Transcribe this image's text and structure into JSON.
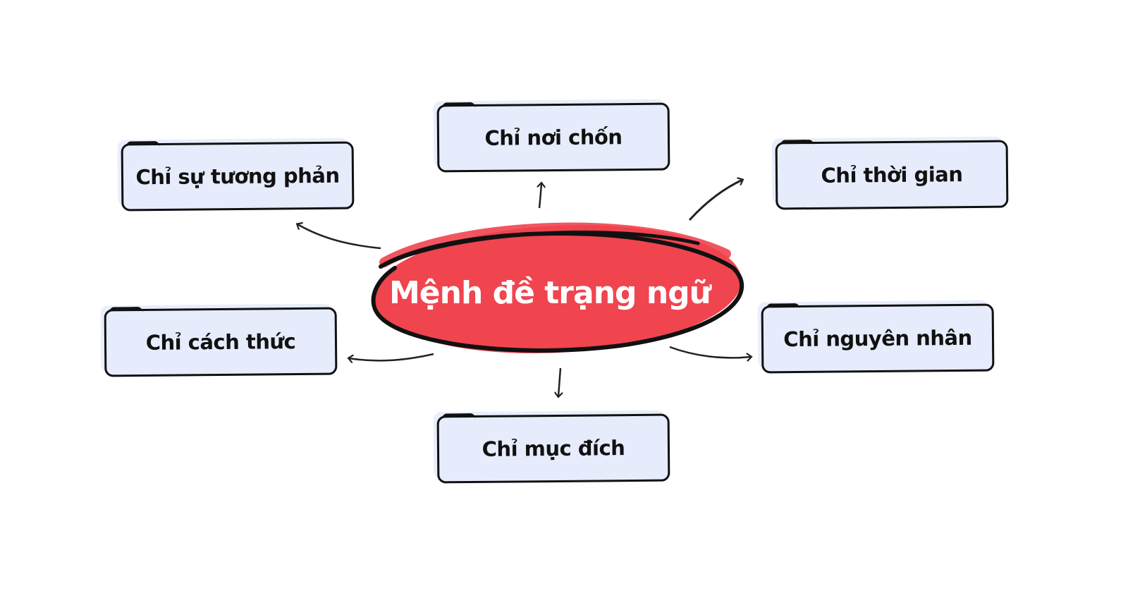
{
  "diagram": {
    "type": "mind-map",
    "colors": {
      "center_fill": "#f0444f",
      "center_outline": "#111111",
      "node_fill": "#e6ecfb",
      "node_border": "#111111",
      "arrow": "#222222",
      "background": "#ffffff"
    },
    "center": {
      "label": "Mệnh đề trạng ngữ"
    },
    "nodes": [
      {
        "id": "tuong-phan",
        "label": "Chỉ sự tương phản"
      },
      {
        "id": "noi-chon",
        "label": "Chỉ nơi chốn"
      },
      {
        "id": "thoi-gian",
        "label": "Chỉ thời gian"
      },
      {
        "id": "cach-thuc",
        "label": "Chỉ cách thức"
      },
      {
        "id": "nguyen-nhan",
        "label": "Chỉ nguyên nhân"
      },
      {
        "id": "muc-dich",
        "label": "Chỉ mục đích"
      }
    ],
    "edges": [
      {
        "from": "center",
        "to": "tuong-phan"
      },
      {
        "from": "center",
        "to": "noi-chon"
      },
      {
        "from": "center",
        "to": "thoi-gian"
      },
      {
        "from": "center",
        "to": "cach-thuc"
      },
      {
        "from": "center",
        "to": "nguyen-nhan"
      },
      {
        "from": "center",
        "to": "muc-dich"
      }
    ]
  }
}
